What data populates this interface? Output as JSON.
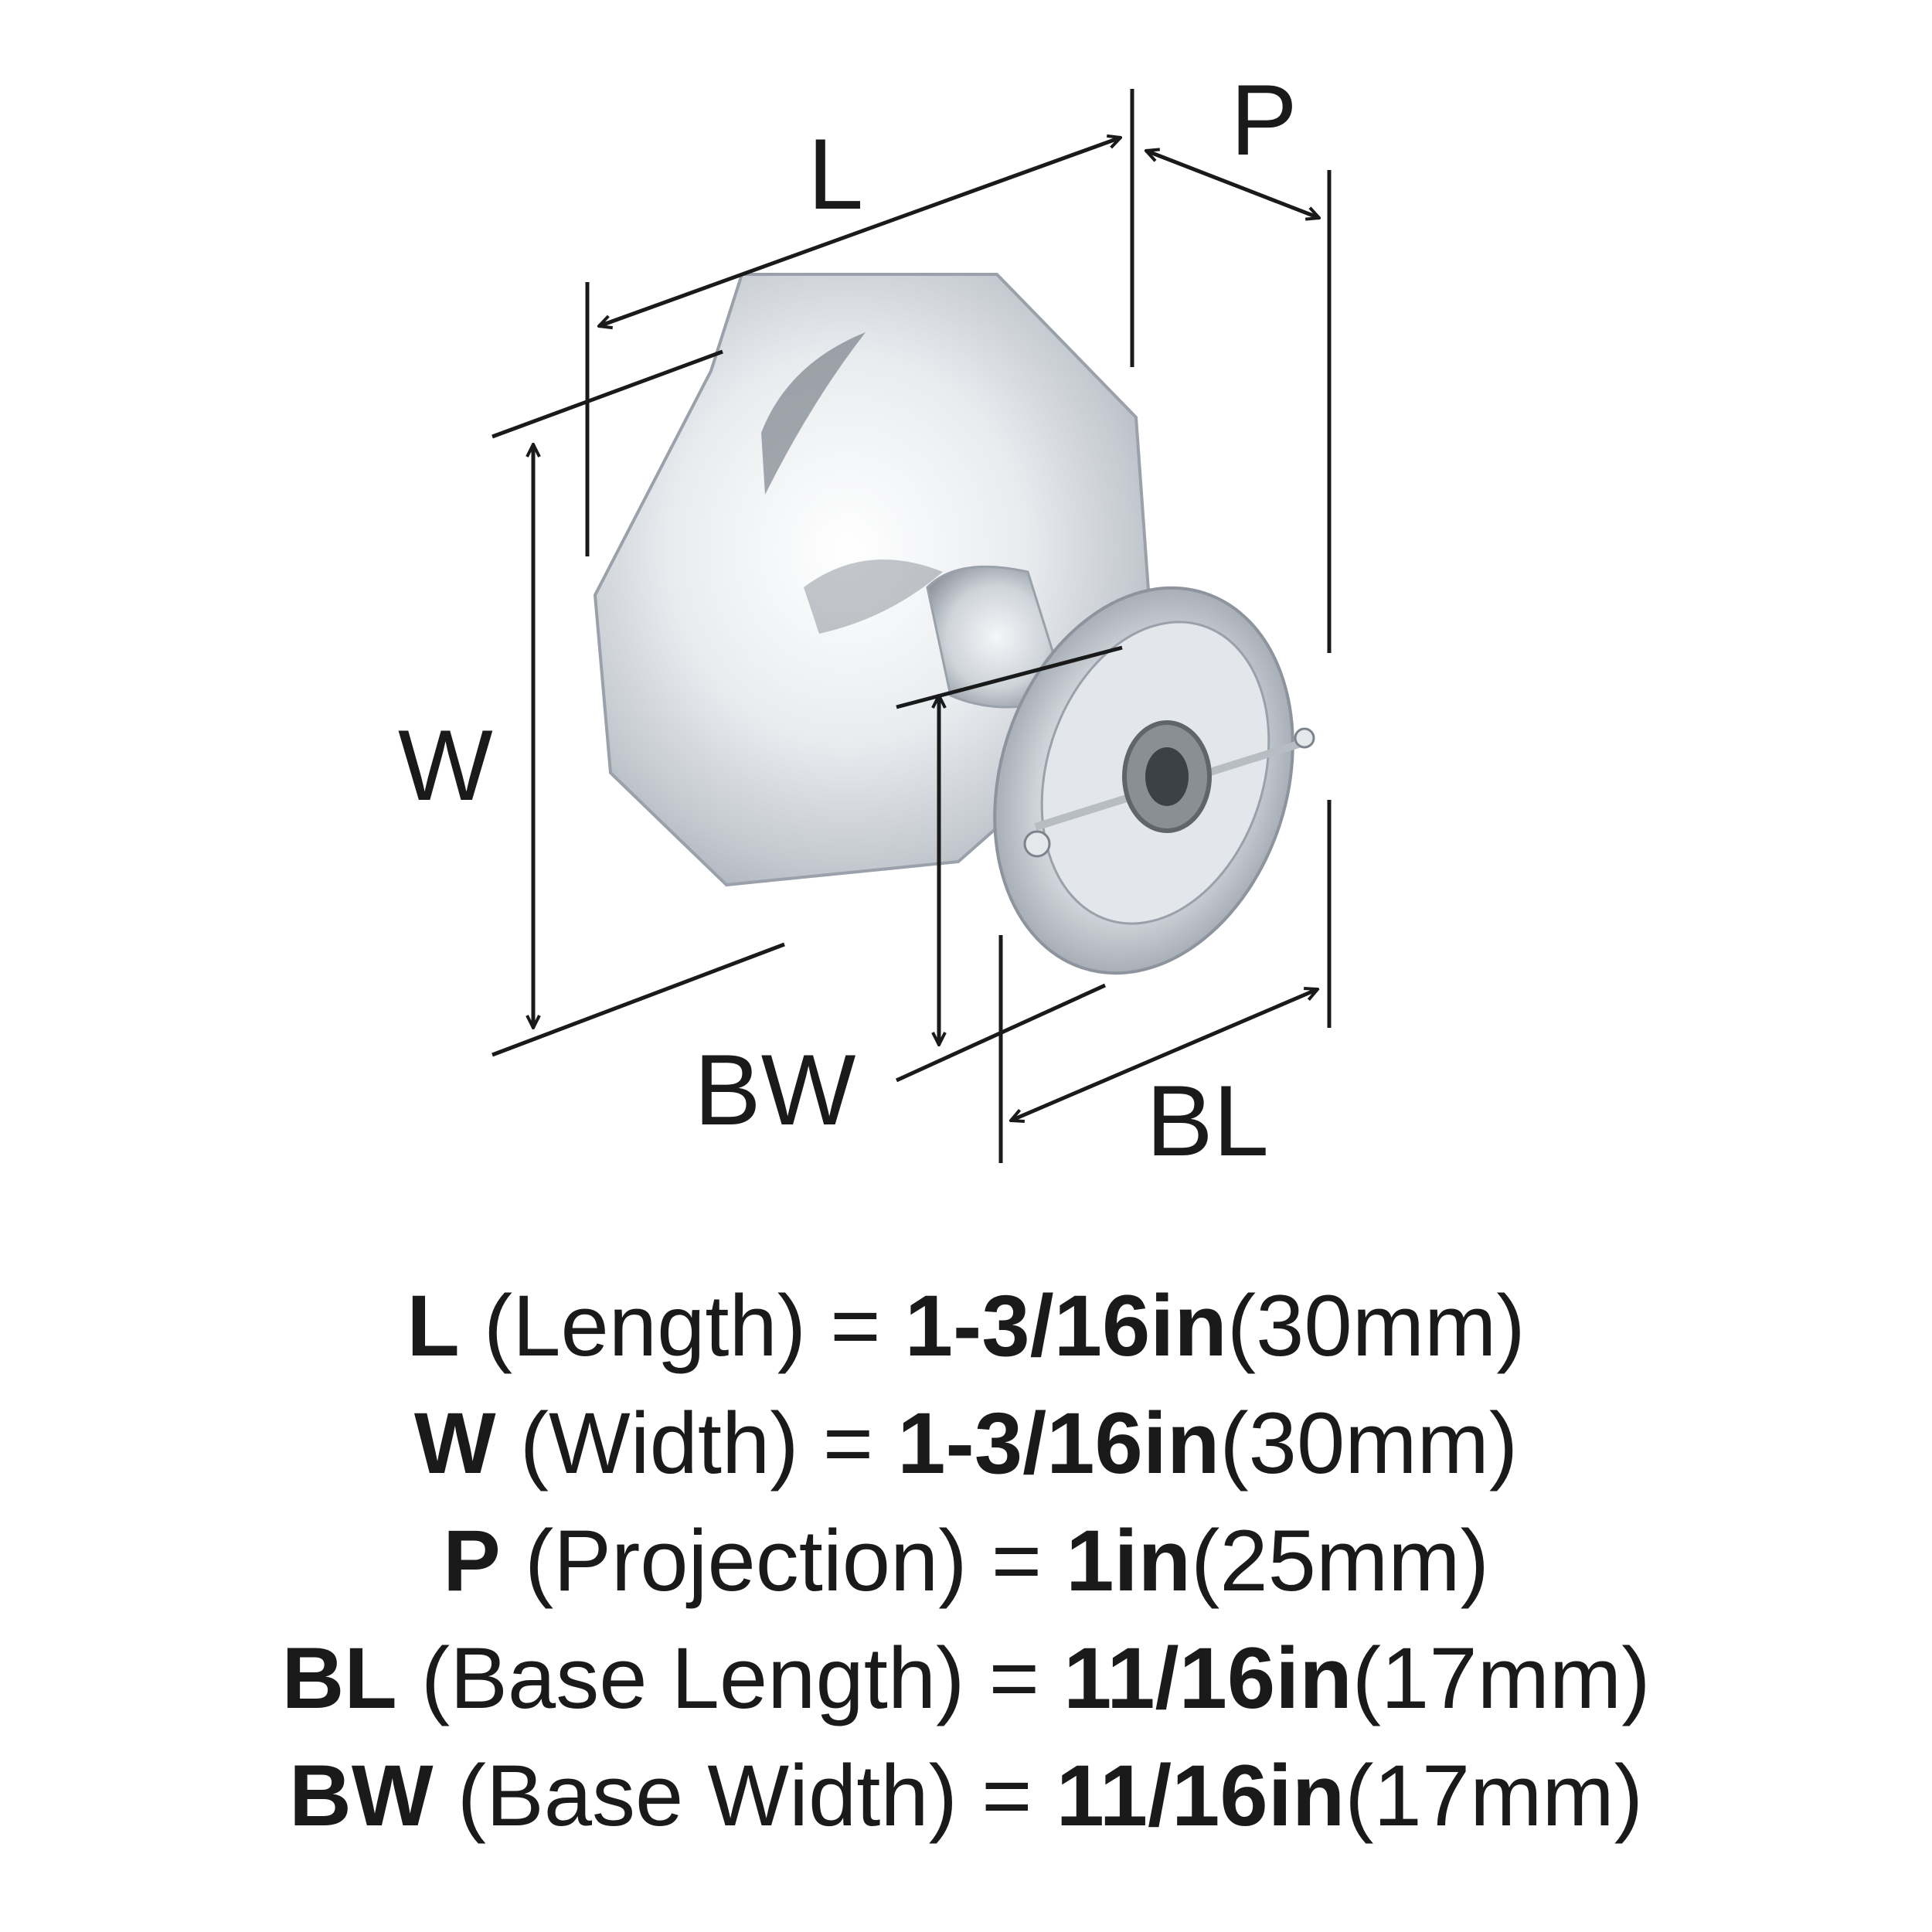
{
  "diagram": {
    "labels": {
      "L": "L",
      "P": "P",
      "W": "W",
      "BW": "BW",
      "BL": "BL"
    },
    "finish_color": "#d9dde2"
  },
  "specs": [
    {
      "code": "L",
      "label": "(Length)",
      "eq": "=",
      "imperial": "1-3/16in",
      "metric": "(30mm)"
    },
    {
      "code": "W",
      "label": "(Width)",
      "eq": "=",
      "imperial": "1-3/16in",
      "metric": "(30mm)"
    },
    {
      "code": "P",
      "label": "(Projection)",
      "eq": "=",
      "imperial": "1in",
      "metric": "(25mm)"
    },
    {
      "code": "BL",
      "label": "(Base Length)",
      "eq": "=",
      "imperial": "11/16in",
      "metric": "(17mm)"
    },
    {
      "code": "BW",
      "label": "(Base Width)",
      "eq": "=",
      "imperial": "11/16in",
      "metric": "(17mm)"
    }
  ]
}
